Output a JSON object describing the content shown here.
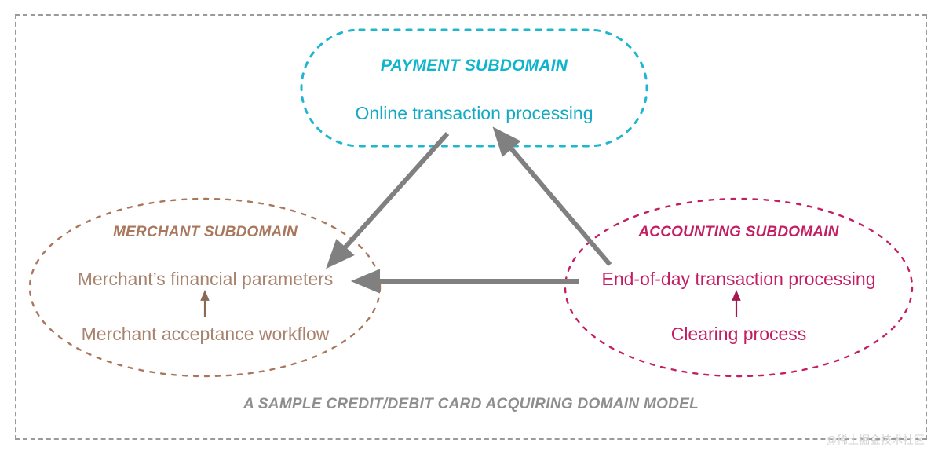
{
  "diagram": {
    "caption": "A SAMPLE CREDIT/DEBIT CARD ACQUIRING DOMAIN MODEL",
    "watermark": "@稀土掘金技术社区",
    "frame_color": "#9a9a9a",
    "arrow_color": "#808080",
    "background": "#ffffff"
  },
  "subdomains": {
    "payment": {
      "title": "PAYMENT SUBDOMAIN",
      "title_color": "#0fb5cd",
      "border_color": "#1fb6cf",
      "text_color": "#13aac4",
      "lines": [
        "Online transaction processing"
      ]
    },
    "merchant": {
      "title": "MERCHANT SUBDOMAIN",
      "title_color": "#a9775b",
      "border_color": "#a9775b",
      "text_color": "#a8836e",
      "lines": [
        "Merchant’s financial parameters",
        "Merchant acceptance workflow"
      ]
    },
    "accounting": {
      "title": "ACCOUNTING SUBDOMAIN",
      "title_color": "#c41e63",
      "border_color": "#c41e63",
      "text_color": "#c41e63",
      "lines": [
        "End-of-day transaction processing",
        "Clearing process"
      ]
    }
  },
  "connections": [
    {
      "name": "payment-to-merchant",
      "from": "payment",
      "to": "merchant",
      "color": "#808080"
    },
    {
      "name": "accounting-to-payment",
      "from": "accounting",
      "to": "payment",
      "color": "#808080"
    },
    {
      "name": "accounting-to-merchant",
      "from": "accounting",
      "to": "merchant",
      "color": "#808080"
    },
    {
      "name": "merchant-internal-up",
      "from": "Merchant acceptance workflow",
      "to": "Merchant’s financial parameters",
      "color": "#8a6a55"
    },
    {
      "name": "accounting-internal-up",
      "from": "Clearing process",
      "to": "End-of-day transaction processing",
      "color": "#a31a52"
    }
  ]
}
